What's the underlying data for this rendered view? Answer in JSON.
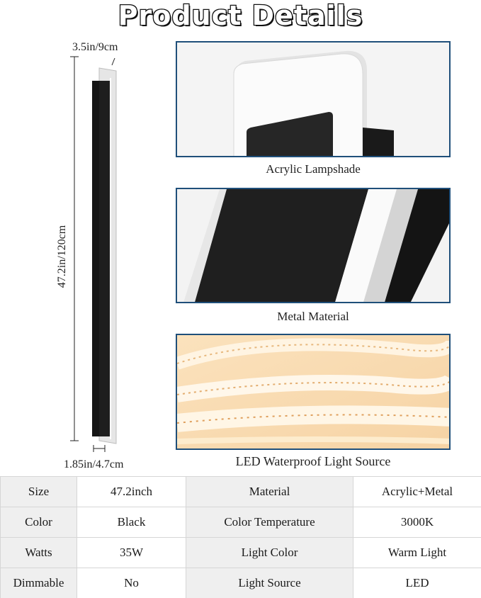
{
  "page": {
    "title": "Product Details"
  },
  "dimensions": {
    "top_width": "3.5in/9cm",
    "height": "47.2in/120cm",
    "bottom_depth": "1.85in/4.7cm"
  },
  "features": [
    {
      "caption": "Acrylic Lampshade"
    },
    {
      "caption": "Metal Material"
    },
    {
      "caption": "LED Waterproof Light Source"
    }
  ],
  "specs": {
    "rows": [
      [
        {
          "key": "Size",
          "value": "47.2inch"
        },
        {
          "key": "Material",
          "value": "Acrylic+Metal"
        }
      ],
      [
        {
          "key": "Color",
          "value": "Black"
        },
        {
          "key": "Color Temperature",
          "value": "3000K"
        }
      ],
      [
        {
          "key": "Watts",
          "value": "35W"
        },
        {
          "key": "Light Color",
          "value": "Warm Light"
        }
      ],
      [
        {
          "key": "Dimmable",
          "value": "No"
        },
        {
          "key": "Light Source",
          "value": "LED"
        }
      ]
    ]
  },
  "colors": {
    "panel_border": "#1f4f7a",
    "lamp_body": "#161616",
    "acrylic": "#f4f4f4",
    "warm_light": "#fbe6c4"
  }
}
